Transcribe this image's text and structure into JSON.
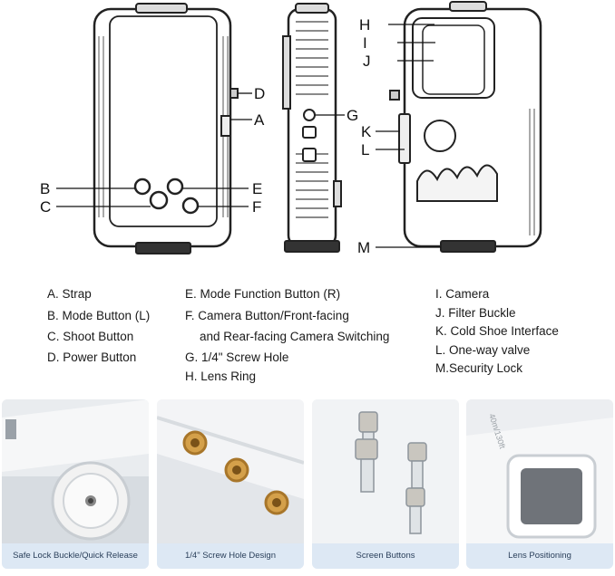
{
  "diagram": {
    "callouts": {
      "A": "A",
      "B": "B",
      "C": "C",
      "D": "D",
      "E": "E",
      "F": "F",
      "G": "G",
      "H": "H",
      "I": "I",
      "J": "J",
      "K": "K",
      "L": "L",
      "M": "M"
    },
    "legend_col1": [
      "A. Strap",
      "B. Mode Button (L)",
      "C. Shoot Button",
      "D. Power Button"
    ],
    "legend_col2": [
      "E. Mode Function Button (R)",
      "F. Camera Button/Front-facing",
      "and Rear-facing Camera Switching",
      "G. 1/4\" Screw Hole",
      "H. Lens Ring"
    ],
    "legend_col3": [
      "I. Camera",
      "J. Filter Buckle",
      "K. Cold Shoe Interface",
      "L. One-way valve",
      "M.Security Lock"
    ]
  },
  "photos": [
    {
      "caption": "Safe Lock Buckle/Quick Release"
    },
    {
      "caption": "1/4\"  Screw Hole Design"
    },
    {
      "caption": "Screen Buttons"
    },
    {
      "caption": "Lens Positioning",
      "engraving": "40m/130ft"
    }
  ]
}
